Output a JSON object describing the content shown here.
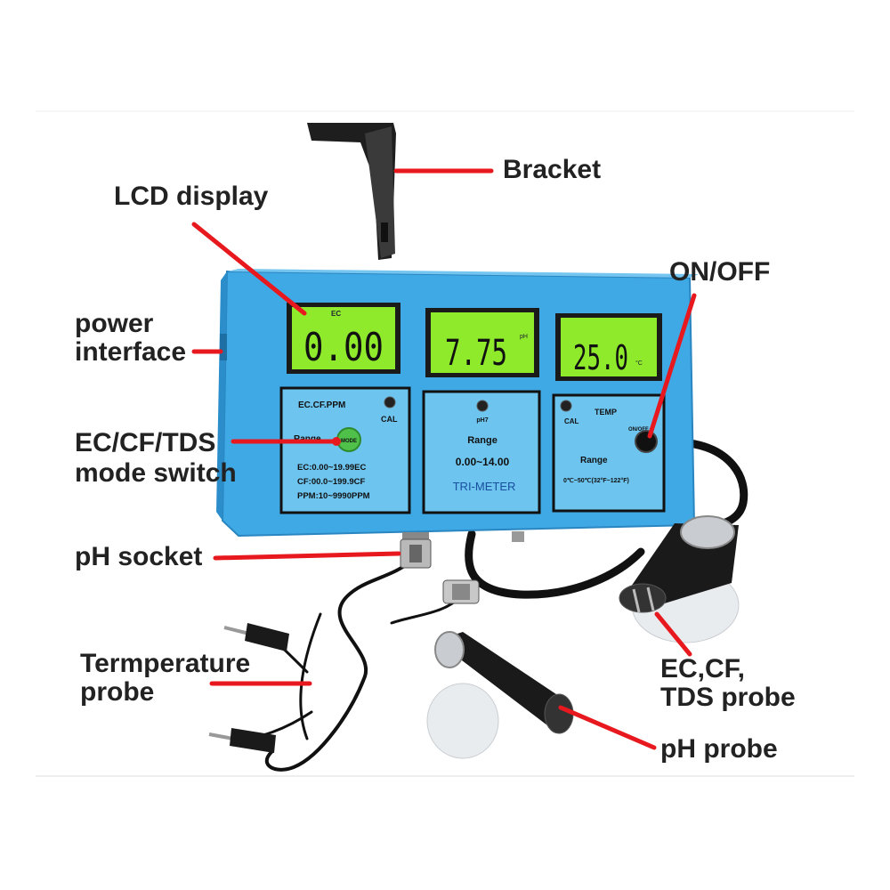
{
  "labels": {
    "bracket": "Bracket",
    "lcd_display": "LCD display",
    "on_off": "ON/OFF",
    "power_line1": "power",
    "power_line2": "interface",
    "mode_line1": "EC/CF/TDS",
    "mode_line2": "mode switch",
    "ph_socket": "pH socket",
    "temp_line1": "Termperature",
    "temp_line2": "probe",
    "ec_line1": "EC,CF,",
    "ec_line2": "TDS probe",
    "ph_probe": "pH probe"
  },
  "device": {
    "lcd1": {
      "tag": "EC",
      "value": "0.00"
    },
    "lcd2": {
      "value": "7.75",
      "unit": "pH"
    },
    "lcd3": {
      "value": "25.0",
      "unit": "°C"
    },
    "panel1": {
      "title": "EC.CF.PPM",
      "cal": "CAL",
      "range": "Range",
      "mode": "MODE",
      "spec1": "EC:0.00~19.99EC",
      "spec2": "CF:00.0~199.9CF",
      "spec3": "PPM:10~9990PPM"
    },
    "panel2": {
      "ph7": "pH7",
      "range": "Range",
      "spec": "0.00~14.00",
      "brand": "TRI-METER"
    },
    "panel3": {
      "cal": "CAL",
      "title": "TEMP",
      "onoff": "ON/OFF",
      "range": "Range",
      "spec": "0℃~50℃(32°F~122°F)"
    }
  },
  "colors": {
    "device_body": "#3fa9e6",
    "lcd_green": "#8eea2a",
    "annotation_line": "#e8191e",
    "panel_fill": "#6cc4ef"
  }
}
